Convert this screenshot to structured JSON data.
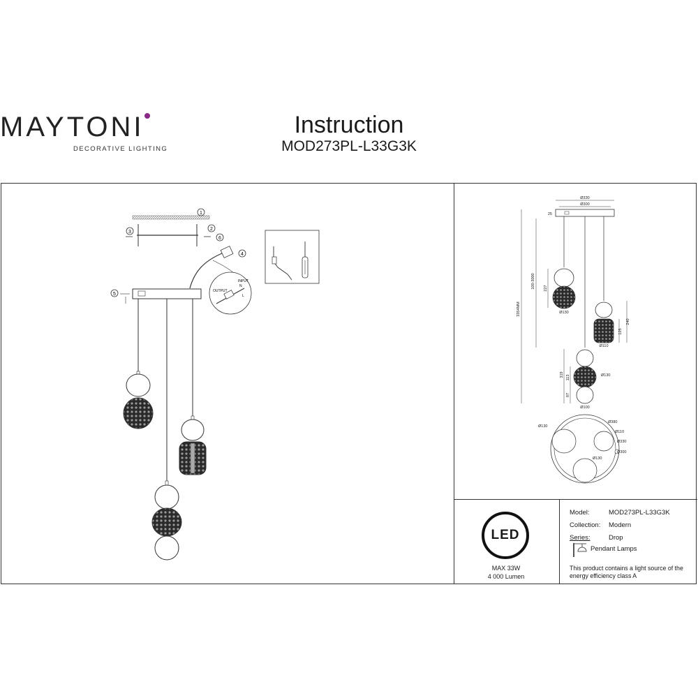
{
  "brand": {
    "logo": "MAYTONI",
    "tagline": "DECORATIVE LIGHTING"
  },
  "header": {
    "title": "Instruction",
    "model_code": "MOD273PL-L33G3K"
  },
  "assembly": {
    "steps": [
      "1",
      "2",
      "3",
      "4",
      "5",
      "6"
    ],
    "wiring_labels": {
      "output": "OUTPUT",
      "input": "INPUT",
      "n": "N",
      "l": "L"
    }
  },
  "dimensions": {
    "canopy_outer": "Ø330",
    "canopy_inner": "Ø300",
    "canopy_height": "25",
    "cable_length": "100-3000",
    "max_height": "3354MM",
    "pendant1_height": "227",
    "pendant1_diameter": "Ø130",
    "pendant2_height_total": "240",
    "pendant2_height_shade": "125",
    "pendant2_diameter": "Ø110",
    "pendant3_height_total": "319",
    "pendant3_height_mid": "113",
    "pendant3_height_bottom": "87",
    "pendant3_mid_diameter": "Ø130",
    "pendant3_bottom_diameter": "Ø100",
    "plan_left": "Ø130",
    "plan_outer": "Ø380",
    "plan_right": "Ø110",
    "plan_ring1": "Ø330",
    "plan_ring2": "Ø300",
    "plan_bottom": "Ø130"
  },
  "badge": {
    "label": "LED",
    "power": "MAX 33W",
    "lumen": "4 000 Lumen"
  },
  "specs": {
    "model_label": "Model:",
    "model_value": "MOD273PL-L33G3K",
    "collection_label": "Collection:",
    "collection_value": "Modern",
    "series_label": "Series:",
    "series_value": "Drop",
    "type_value": "Pendant Lamps",
    "energy_note": "This product contains a light source of the energy efficiency class A"
  }
}
